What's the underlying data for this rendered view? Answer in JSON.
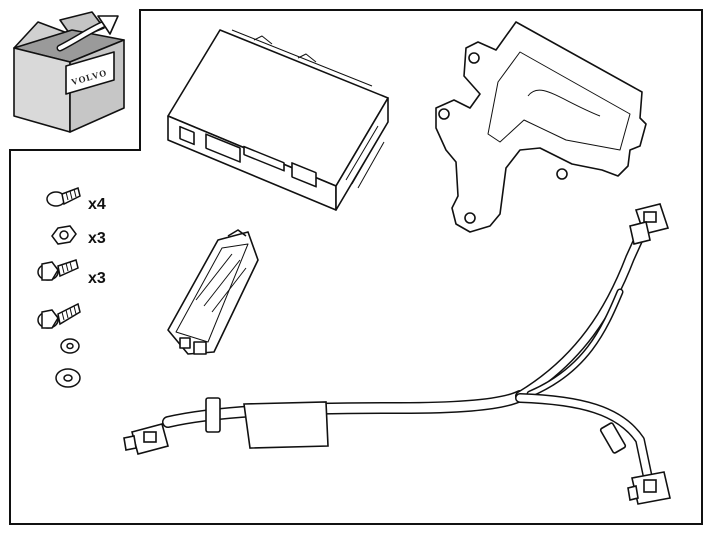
{
  "kit_box": {
    "brand_label": "VOLVO"
  },
  "quantities": {
    "screw_small": "x4",
    "nut": "x3",
    "bolt_flange": "x3"
  },
  "colors": {
    "line": "#111111",
    "box_fill": "#d9d9d9",
    "box_dark": "#b8b8b8",
    "paper": "#ffffff"
  }
}
